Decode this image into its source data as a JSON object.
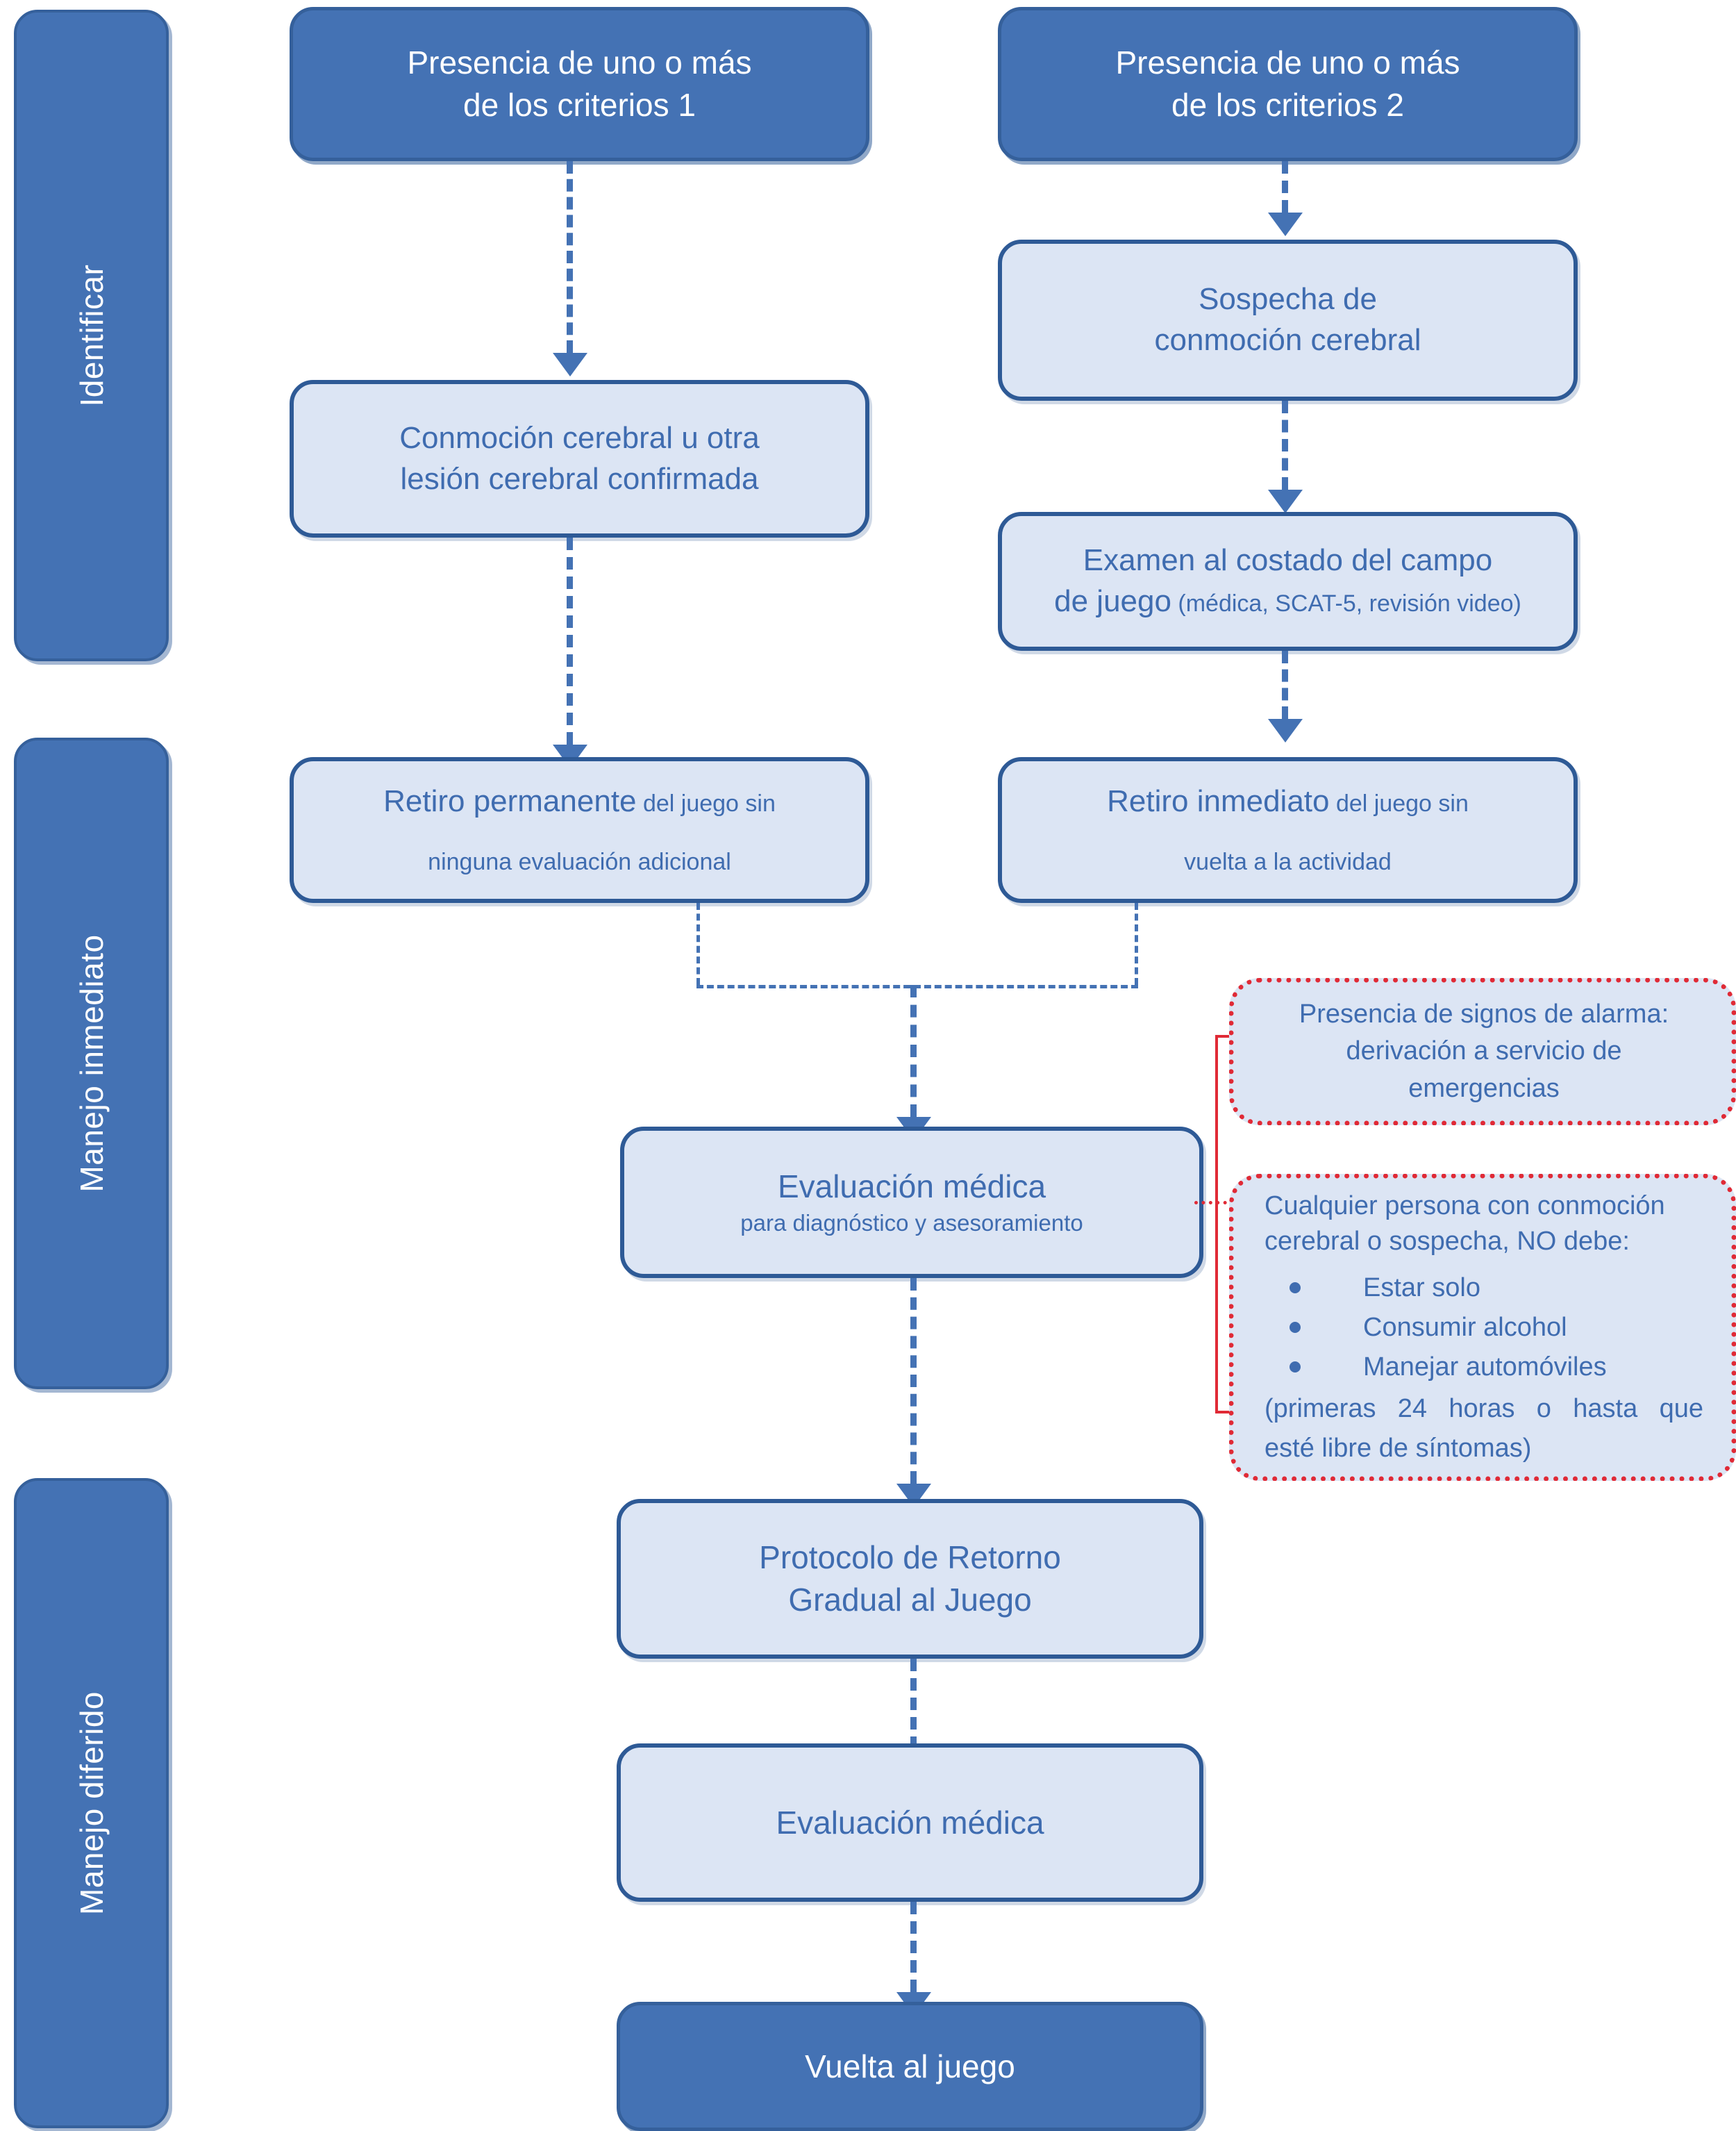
{
  "diagram": {
    "title": "Protocolo de manejo de conmoción cerebral",
    "colors": {
      "dark_fill": "#4472B4",
      "dark_border": "#35609B",
      "light_fill": "#DCE5F4",
      "light_border": "#2E5A96",
      "light_text": "#3F6CB0",
      "alert_border": "#E02A36",
      "connector": "#4472B4"
    }
  },
  "rails": [
    {
      "id": "identificar",
      "label": "Identificar"
    },
    {
      "id": "manejo-inmediato",
      "label": "Manejo inmediato"
    },
    {
      "id": "manejo-diferido",
      "label": "Manejo diferido"
    }
  ],
  "nodes": {
    "criterios1": {
      "line1": "Presencia de uno o más",
      "line2": "de los criterios 1"
    },
    "criterios2": {
      "line1": "Presencia de uno o más",
      "line2": "de los criterios 2"
    },
    "confirmada": {
      "line1": "Conmoción cerebral u otra",
      "line2": "lesión cerebral confirmada"
    },
    "sospecha": {
      "line1": "Sospecha de",
      "line2": "conmoción cerebral"
    },
    "examen": {
      "line1": "Examen al  costado  del  campo",
      "line2_strong": "de juego",
      "line2_small": " (médica, SCAT-5, revisión video)"
    },
    "retiro_permanente": {
      "strong": "Retiro  permanente",
      "rest": " del  juego  sin",
      "line2": "ninguna evaluación adicional"
    },
    "retiro_inmediato": {
      "strong": "Retiro   inmediato",
      "rest": " del  juego  sin",
      "line2": "vuelta a la actividad"
    },
    "evaluacion_medica_1": {
      "title": "Evaluación médica",
      "subtitle": "para diagnóstico y asesoramiento"
    },
    "protocolo_retorno": {
      "line1": "Protocolo de Retorno",
      "line2": "Gradual al Juego"
    },
    "evaluacion_medica_2": {
      "title": "Evaluación médica"
    },
    "vuelta_al_juego": {
      "title": "Vuelta al juego"
    }
  },
  "alerts": [
    {
      "id": "signos-alarma",
      "line1": "Presencia de signos de alarma:",
      "line2": "derivación a servicio de",
      "line3": "emergencias"
    },
    {
      "id": "no-debe",
      "title_line1": "Cualquier persona con conmoción",
      "title_line2": "cerebral o sospecha, NO debe:",
      "items": [
        "Estar solo",
        "Consumir alcohol",
        "Manejar automóviles"
      ],
      "foot_line1": "(primeras  24  horas  o  hasta  que",
      "foot_line2": "esté libre de síntomas)"
    }
  ]
}
